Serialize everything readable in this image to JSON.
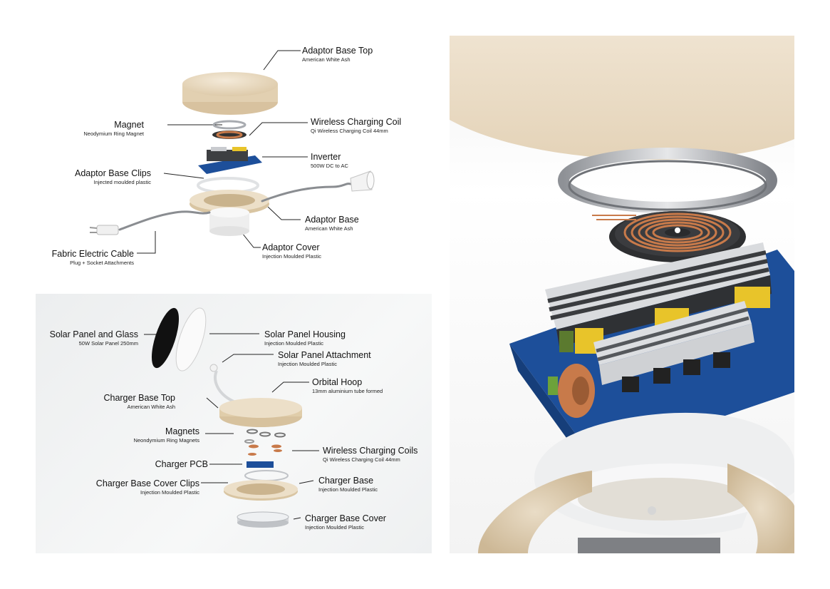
{
  "exploded_a": [
    {
      "title": "Adaptor Base Top",
      "sub": "American White Ash"
    },
    {
      "title": "Magnet",
      "sub": "Neodymium Ring Magnet"
    },
    {
      "title": "Wireless Charging Coil",
      "sub": "Qi Wireless Charging Coil 44mm"
    },
    {
      "title": "Inverter",
      "sub": "500W DC to AC"
    },
    {
      "title": "Adaptor Base Clips",
      "sub": "Injected moulded plastic"
    },
    {
      "title": "Adaptor Base",
      "sub": "American White Ash"
    },
    {
      "title": "Fabric Electric Cable",
      "sub": "Plug + Socket Attachments"
    },
    {
      "title": "Adaptor Cover",
      "sub": "Injection Moulded Plastic"
    }
  ],
  "exploded_b": [
    {
      "title": "Solar Panel and Glass",
      "sub": "50W Solar Panel 250mm"
    },
    {
      "title": "Solar Panel Housing",
      "sub": "Injection Moulded Plastic"
    },
    {
      "title": "Solar Panel Attachment",
      "sub": "Injection Moulded Plastic"
    },
    {
      "title": "Orbital Hoop",
      "sub": "13mm aluminium tube formed"
    },
    {
      "title": "Charger Base Top",
      "sub": "American White Ash"
    },
    {
      "title": "Magnets",
      "sub": "Neondymium Ring Magnets"
    },
    {
      "title": "Wireless Charging Coils",
      "sub": "Qi Wireless Charging Coil 44mm"
    },
    {
      "title": "Charger PCB",
      "sub": ""
    },
    {
      "title": "Charger Base",
      "sub": "Injection Moulded Plastic"
    },
    {
      "title": "Charger Base Cover Clips",
      "sub": "Injection Moulded Plastic"
    },
    {
      "title": "Charger Base Cover",
      "sub": "Injection Moulded Plastic"
    }
  ],
  "colors": {
    "ash_wood": "#e9dcc6",
    "ash_wood_dark": "#cdb896",
    "copper": "#c87a4a",
    "pcb_blue": "#1d4f9a",
    "metal": "#b9bcc0",
    "plastic_white": "#f4f4f4",
    "cable_grey": "#8a8d91",
    "capacitor_yellow": "#e8c42a"
  }
}
